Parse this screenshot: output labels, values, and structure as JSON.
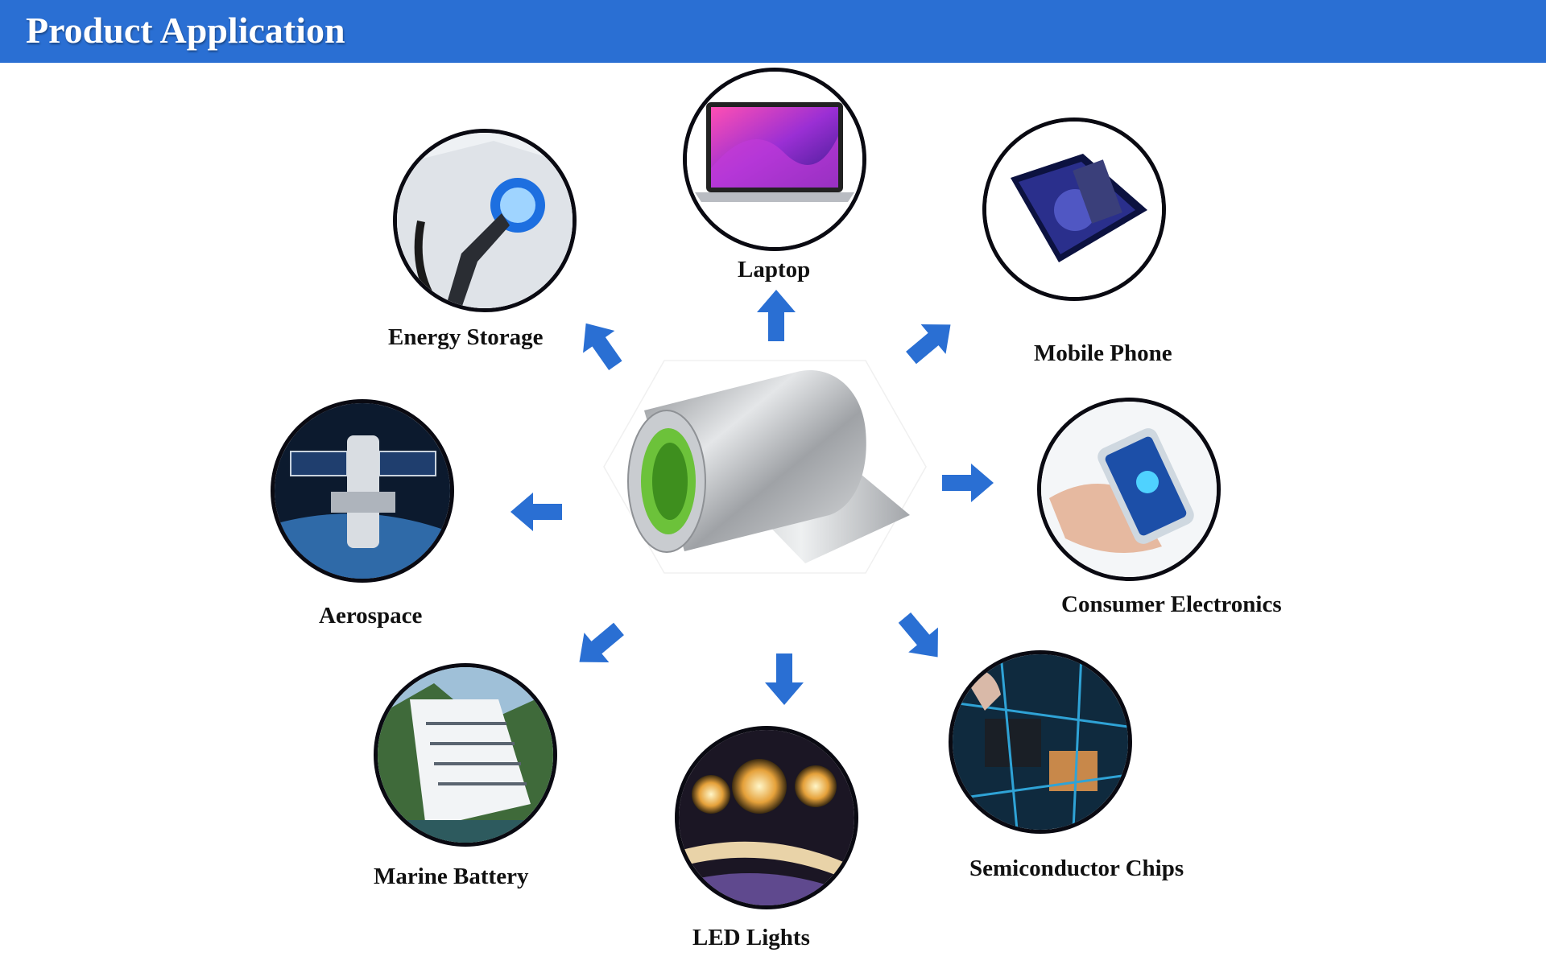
{
  "header": {
    "title": "Product Application"
  },
  "colors": {
    "header_bg": "#2a6fd3",
    "arrow": "#2a6fd3",
    "ring": "#0a0a12"
  },
  "center": {
    "icon": "aluminum-foil-roll-icon"
  },
  "applications": [
    {
      "id": "laptop",
      "label": "Laptop",
      "icon": "laptop-icon"
    },
    {
      "id": "mobile-phone",
      "label": "Mobile Phone",
      "icon": "foldable-phone-icon"
    },
    {
      "id": "consumer-electronics",
      "label": "Consumer Electronics",
      "icon": "handheld-device-icon"
    },
    {
      "id": "semiconductor-chips",
      "label": "Semiconductor Chips",
      "icon": "circuit-board-icon"
    },
    {
      "id": "led-lights",
      "label": "LED Lights",
      "icon": "led-light-icon"
    },
    {
      "id": "marine-battery",
      "label": "Marine Battery",
      "icon": "cruise-ship-icon"
    },
    {
      "id": "aerospace",
      "label": "Aerospace",
      "icon": "space-station-icon"
    },
    {
      "id": "energy-storage",
      "label": "Energy Storage",
      "icon": "ev-charger-icon"
    }
  ]
}
